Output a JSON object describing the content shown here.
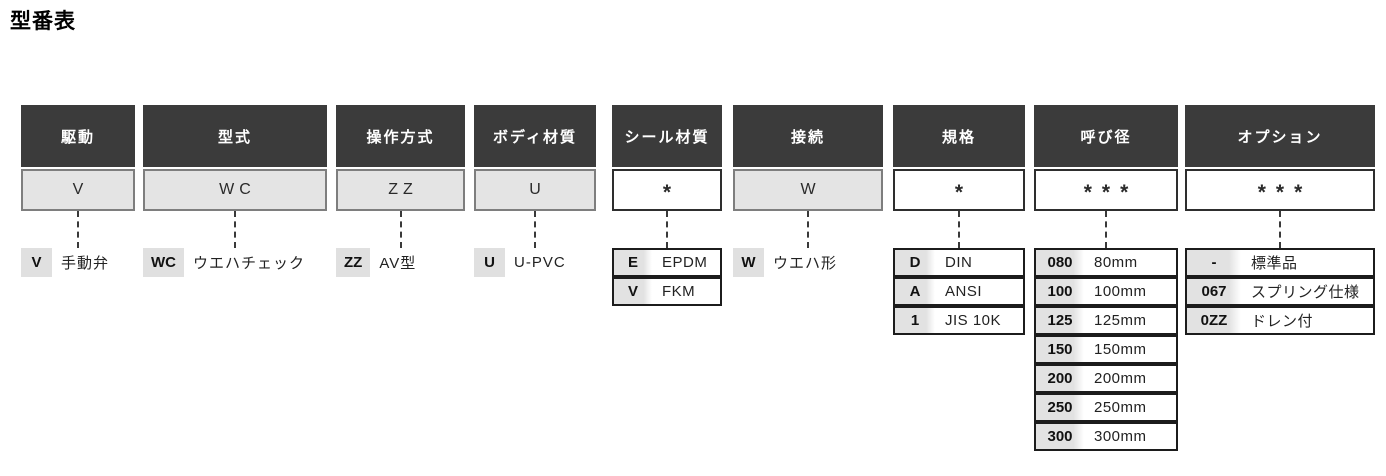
{
  "title": "型番表",
  "colors": {
    "header_bg": "#3b3b3b",
    "header_text": "#ffffff",
    "fixed_cell_bg": "#e4e4e4",
    "fixed_cell_border": "#7e7e7e",
    "wildcard_cell_bg": "#ffffff",
    "wildcard_cell_border": "#2e2e2e",
    "code_chip_bg": "#e0e0e0",
    "table_border": "#1c1c1c"
  },
  "columns": [
    {
      "header": "駆動",
      "value": "V",
      "options": [
        {
          "code": "V",
          "label": "手動弁"
        }
      ]
    },
    {
      "header": "型式",
      "value": "WC",
      "options": [
        {
          "code": "WC",
          "label": "ウエハチェック"
        }
      ]
    },
    {
      "header": "操作方式",
      "value": "ZZ",
      "options": [
        {
          "code": "ZZ",
          "label": "AV型"
        }
      ]
    },
    {
      "header": "ボディ材質",
      "value": "U",
      "options": [
        {
          "code": "U",
          "label": "U-PVC"
        }
      ]
    },
    {
      "header": "シール材質",
      "value": "*",
      "options": [
        {
          "code": "E",
          "label": "EPDM"
        },
        {
          "code": "V",
          "label": "FKM"
        }
      ]
    },
    {
      "header": "接続",
      "value": "W",
      "options": [
        {
          "code": "W",
          "label": "ウエハ形"
        }
      ]
    },
    {
      "header": "規格",
      "value": "*",
      "options": [
        {
          "code": "D",
          "label": "DIN"
        },
        {
          "code": "A",
          "label": "ANSI"
        },
        {
          "code": "1",
          "label": "JIS 10K"
        }
      ]
    },
    {
      "header": "呼び径",
      "value": "***",
      "options": [
        {
          "code": "080",
          "label": "80mm"
        },
        {
          "code": "100",
          "label": "100mm"
        },
        {
          "code": "125",
          "label": "125mm"
        },
        {
          "code": "150",
          "label": "150mm"
        },
        {
          "code": "200",
          "label": "200mm"
        },
        {
          "code": "250",
          "label": "250mm"
        },
        {
          "code": "300",
          "label": "300mm"
        }
      ]
    },
    {
      "header": "オプション",
      "value": "***",
      "options": [
        {
          "code": "-",
          "label": "標準品"
        },
        {
          "code": "067",
          "label": "スプリング仕様"
        },
        {
          "code": "0ZZ",
          "label": "ドレン付"
        }
      ]
    }
  ]
}
